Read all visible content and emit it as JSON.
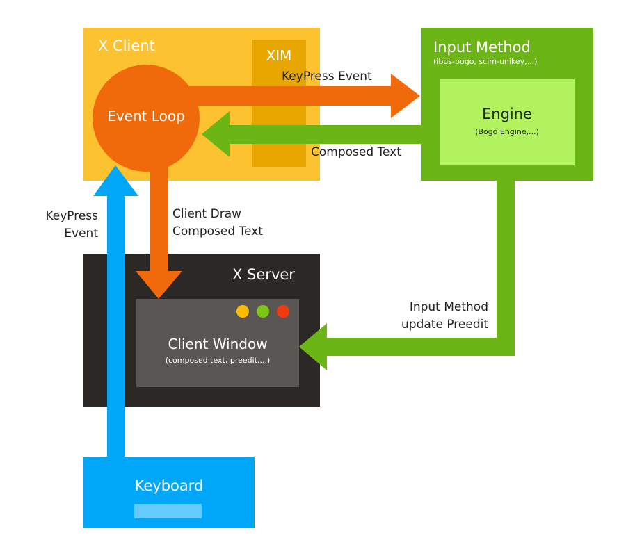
{
  "x_client": {
    "title": "X Client",
    "xim_label": "XIM",
    "event_loop_label": "Event Loop"
  },
  "input_method": {
    "title": "Input Method",
    "subtitle": "(ibus-bogo, scim-unikey,...)",
    "engine_title": "Engine",
    "engine_subtitle": "(Bogo Engine,...)"
  },
  "x_server": {
    "title": "X Server",
    "window_title": "Client Window",
    "window_subtitle": "(composed text, preedit,...)"
  },
  "keyboard": {
    "title": "Keyboard"
  },
  "arrows": {
    "keypress_to_im": "KeyPress Event",
    "composed_text": "Composed Text",
    "client_draw_line1": "Client Draw",
    "client_draw_line2": "Composed Text",
    "keyboard_event_line1": "KeyPress",
    "keyboard_event_line2": "Event",
    "preedit_line1": "Input Method",
    "preedit_line2": "update Preedit"
  },
  "colors": {
    "x_client": "#fcc22f",
    "xim": "#e8a700",
    "event_loop": "#f06a0c",
    "input_method": "#6bb516",
    "engine": "#b2f25e",
    "x_server": "#2c2826",
    "client_window": "#5a5654",
    "keyboard": "#00a6f7",
    "keyboard_key": "#66ccff",
    "arrow_orange": "#f06a0c",
    "arrow_green": "#6bb516",
    "arrow_blue": "#00a6f7"
  }
}
